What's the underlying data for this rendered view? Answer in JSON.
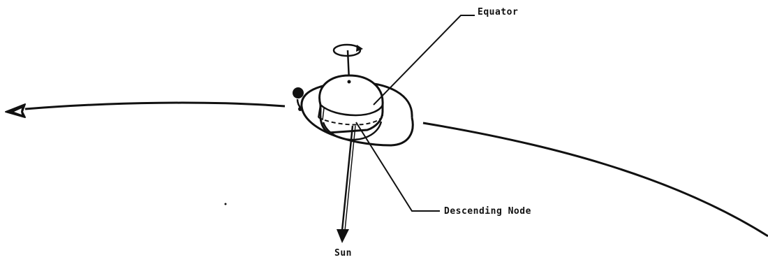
{
  "labels": {
    "equator": "Equator",
    "descending_node": "Descending Node",
    "sun": "Sun"
  },
  "colors": {
    "ink": "#111111",
    "background": "#ffffff"
  }
}
